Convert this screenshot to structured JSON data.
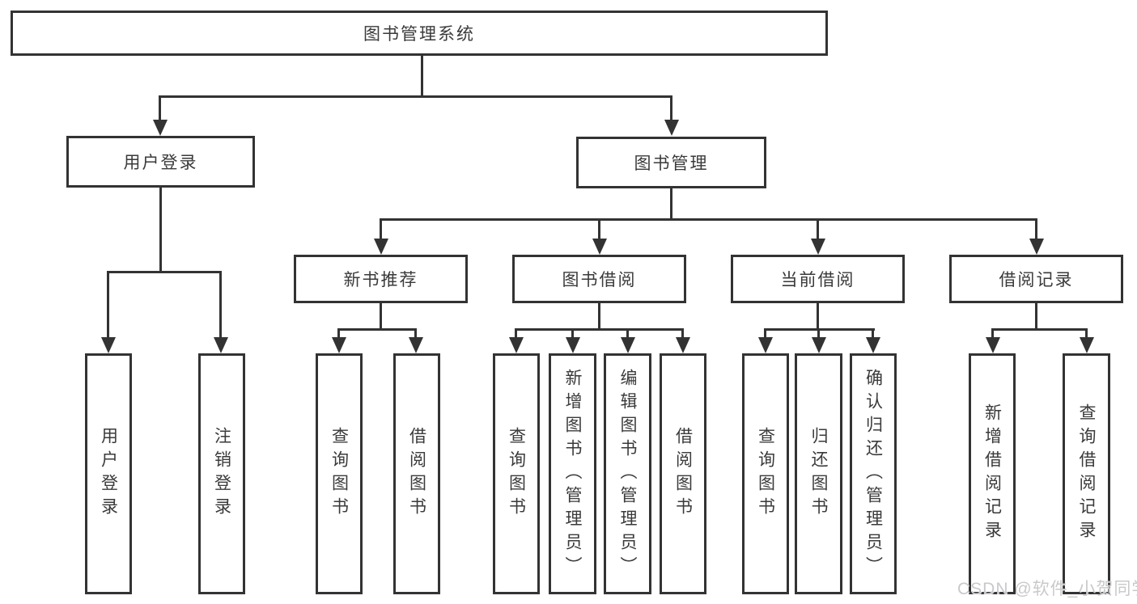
{
  "tree": {
    "root": {
      "label": "图书管理系统"
    },
    "branches": [
      {
        "label": "用户登录",
        "children": [
          {
            "label": "用户登录"
          },
          {
            "label": "注销登录"
          }
        ]
      },
      {
        "label": "图书管理",
        "sections": [
          {
            "label": "新书推荐",
            "children": [
              {
                "label": "查询图书"
              },
              {
                "label": "借阅图书"
              }
            ]
          },
          {
            "label": "图书借阅",
            "children": [
              {
                "label": "查询图书"
              },
              {
                "label": "新增图书（管理员）"
              },
              {
                "label": "编辑图书（管理员）"
              },
              {
                "label": "借阅图书"
              }
            ]
          },
          {
            "label": "当前借阅",
            "children": [
              {
                "label": "查询图书"
              },
              {
                "label": "归还图书"
              },
              {
                "label": "确认归还（管理员）"
              }
            ]
          },
          {
            "label": "借阅记录",
            "children": [
              {
                "label": "新增借阅记录"
              },
              {
                "label": "查询借阅记录"
              }
            ]
          }
        ]
      }
    ]
  },
  "watermark": {
    "text": "CSDN @软件_小贺同学"
  },
  "colors": {
    "line": "#333333",
    "text": "#3a3a3a",
    "background": "#ffffff",
    "watermark": "#c8c9cc"
  }
}
